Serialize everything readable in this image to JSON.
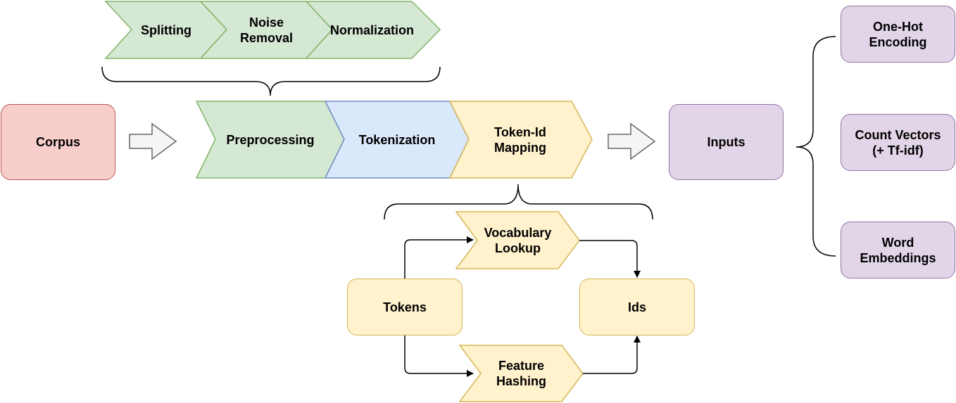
{
  "colors": {
    "green_fill": "#d5e8d4",
    "green_stroke": "#82b366",
    "blue_fill": "#dae8fc",
    "blue_stroke": "#6c8ebf",
    "yellow_fill": "#fff2cc",
    "yellow_stroke": "#d6b656",
    "red_fill": "#f8cecc",
    "red_stroke": "#b85450",
    "purple_fill": "#e1d5e7",
    "purple_stroke": "#9673a6",
    "arrow_fill": "#f5f5f5",
    "arrow_stroke": "#666666"
  },
  "preprocessing_steps": {
    "splitting": "Splitting",
    "noise_removal": [
      "Noise",
      "Removal"
    ],
    "normalization": "Normalization"
  },
  "pipeline": {
    "corpus": "Corpus",
    "preprocessing": "Preprocessing",
    "tokenization": "Tokenization",
    "token_id_mapping": [
      "Token-Id",
      "Mapping"
    ],
    "inputs": "Inputs"
  },
  "mapping": {
    "tokens": "Tokens",
    "ids": "Ids",
    "vocabulary_lookup": [
      "Vocabulary",
      "Lookup"
    ],
    "feature_hashing": [
      "Feature",
      "Hashing"
    ]
  },
  "input_types": {
    "one_hot": [
      "One-Hot",
      "Encoding"
    ],
    "count_vectors": [
      "Count Vectors",
      "(+ Tf-idf)"
    ],
    "word_embeddings": [
      "Word",
      "Embeddings"
    ]
  }
}
